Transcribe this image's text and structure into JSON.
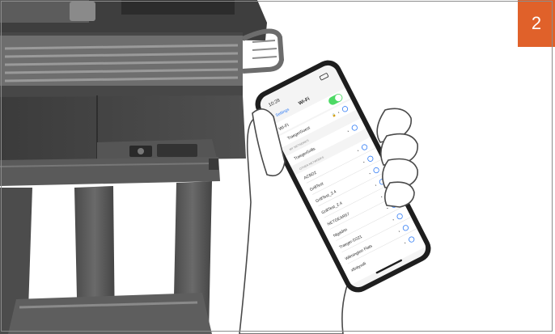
{
  "step": {
    "number": "2",
    "color": "#e0612a"
  },
  "phone": {
    "status_time": "10:28",
    "nav_back": "Settings",
    "nav_title": "Wi-Fi",
    "wifi_row_label": "Wi-Fi",
    "wifi_toggle_on": true,
    "toggle_color": "#4cd964",
    "connected_network": "TraegerGuest",
    "my_networks_header": "MY NETWORKS",
    "my_networks": [
      "TraegerGrills"
    ],
    "other_networks_header": "OTHER NETWORKS",
    "other_networks": [
      "ACBD2",
      "GrillTest",
      "GrillTest_2.4",
      "GrillTest_2.4",
      "NETGEAR67",
      "Nigadrin",
      "Traeger-D321",
      "Wilmington Flats",
      "xfinitywifi"
    ]
  },
  "icons": [
    "wifi-icon",
    "lock-icon",
    "info-icon",
    "chevron-left-icon"
  ]
}
